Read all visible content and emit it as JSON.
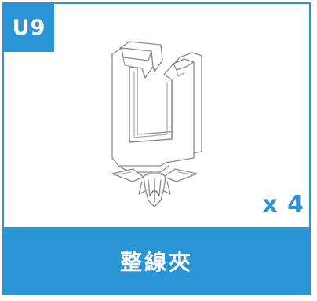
{
  "part": {
    "code": "U9",
    "quantity": "x 4",
    "name": "整線夾"
  },
  "illustration": {
    "icon": "cable-clip-icon"
  },
  "colors": {
    "accent": "#2a95d5",
    "background": "#ffffff",
    "line_art": "#888888"
  }
}
